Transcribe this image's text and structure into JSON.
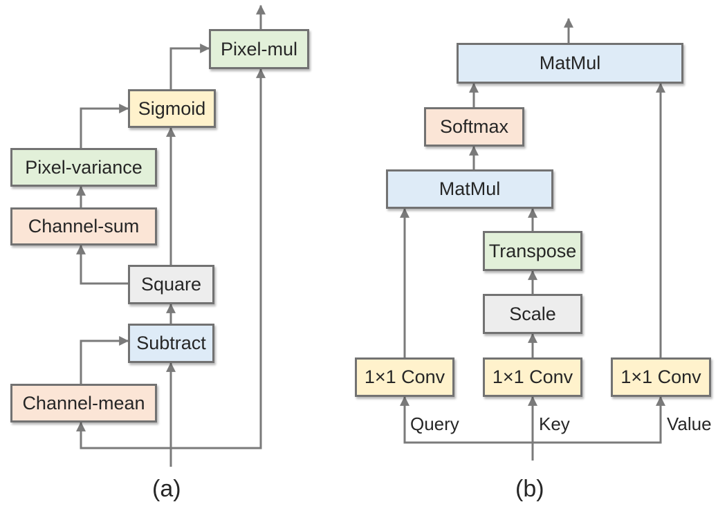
{
  "colors": {
    "line": "#7a7a7a",
    "orange": "#fbe5d6",
    "green": "#e2f0d9",
    "yellow": "#fff2cc",
    "gray": "#ededed",
    "blue": "#deebf7"
  },
  "panel_a": {
    "caption": "(a)",
    "boxes": {
      "channel_mean": "Channel-mean",
      "subtract": "Subtract",
      "square": "Square",
      "channel_sum": "Channel-sum",
      "pixel_variance": "Pixel-variance",
      "sigmoid": "Sigmoid",
      "pixel_mul": "Pixel-mul"
    }
  },
  "panel_b": {
    "caption": "(b)",
    "boxes": {
      "conv_query": "1×1 Conv",
      "conv_key": "1×1 Conv",
      "conv_value": "1×1 Conv",
      "scale": "Scale",
      "transpose": "Transpose",
      "matmul_1": "MatMul",
      "softmax": "Softmax",
      "matmul_2": "MatMul"
    },
    "inputs": {
      "query": "Query",
      "key": "Key",
      "value": "Value"
    }
  }
}
